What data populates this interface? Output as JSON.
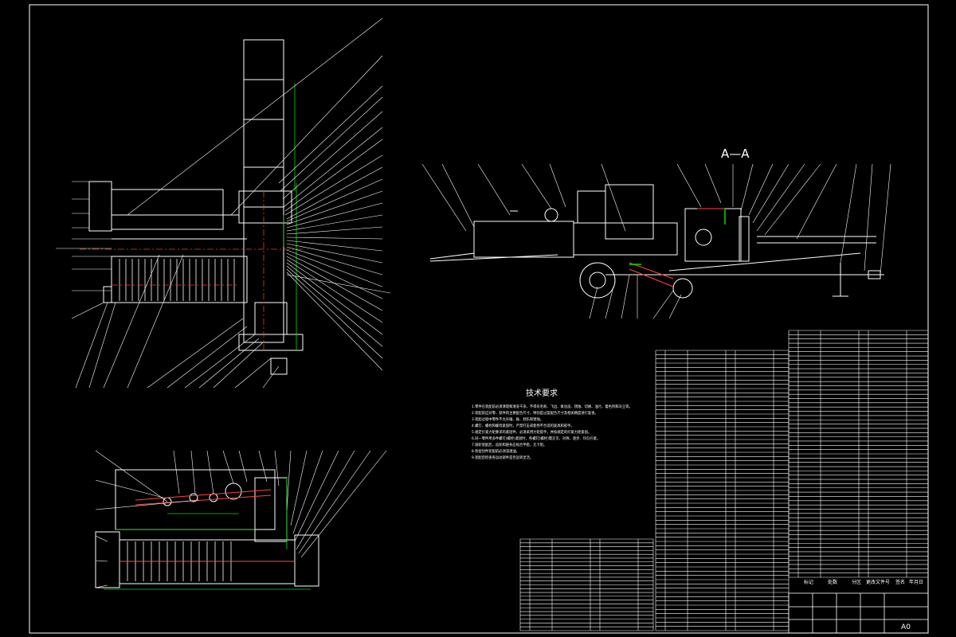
{
  "sheet": {
    "section_label": "A—A",
    "notes_title": "技术要求",
    "notes": [
      "1.零件在装配前必须清理和清洗干净，不得有毛刺、飞边、氧化皮、锈蚀、切屑、油污、着色剂和灰尘等。",
      "2.装配前应对零、部件的主要配合尺寸，特别是过盈配合尺寸及相关精度进行复查。",
      "3.装配过程中零件不允许磕、碰、划伤和锈蚀。",
      "4.螺钉、螺栓和螺母紧固时，严禁打击或使用不合适的旋具和扳手。",
      "5.规定拧紧力矩要求的紧固件，必须采用力矩扳手，并按规定的拧紧力矩紧固。",
      "6.同一零件用多件螺钉(螺栓)紧固时，各螺钉(螺栓)需交叉、对称、逐步、均匀拧紧。",
      "7.链轮装配后，齿轮和链条应啮合平稳，无卡阻。",
      "8.各密封件装配前必须浸透油。",
      "9.装配后检查各运动部件是否运转灵活。"
    ],
    "title_block": {
      "sheet_size": "A0",
      "labels": [
        "标记",
        "处数",
        "分区",
        "更改文件号",
        "签名",
        "年月日"
      ]
    }
  },
  "colors": {
    "line": "#ffffff",
    "dimension": "#00dd00",
    "centerline": "#ff3030",
    "hidden": "#ff4444"
  }
}
